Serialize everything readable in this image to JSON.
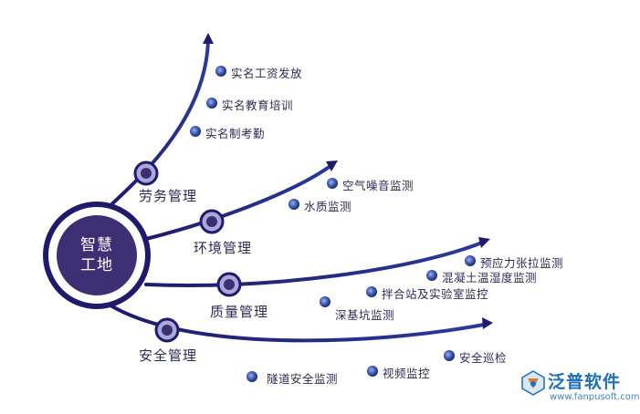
{
  "center": {
    "line1": "智慧",
    "line2": "工地"
  },
  "branches": [
    {
      "label": "劳务管理",
      "leaves": [
        "实名工资发放",
        "实名教育培训",
        "实名制考勤"
      ]
    },
    {
      "label": "环境管理",
      "leaves": [
        "空气噪音监测",
        "水质监测"
      ]
    },
    {
      "label": "质量管理",
      "leaves": [
        "预应力张拉监测",
        "混凝土温湿度监测",
        "拌合站及实验室监控",
        "深基坑监测"
      ]
    },
    {
      "label": "安全管理",
      "leaves": [
        "安全巡检",
        "视频监控",
        "隧道安全监测"
      ]
    }
  ],
  "logo": {
    "name": "泛普软件",
    "url": "www.fanpusoft.com"
  },
  "colors": {
    "navy": "#1f1a6b",
    "center_fill": "#3c2f74",
    "node_fill": "#a9a8d8",
    "text": "#2a2a55",
    "logo_blue": "#1d6fb8"
  }
}
